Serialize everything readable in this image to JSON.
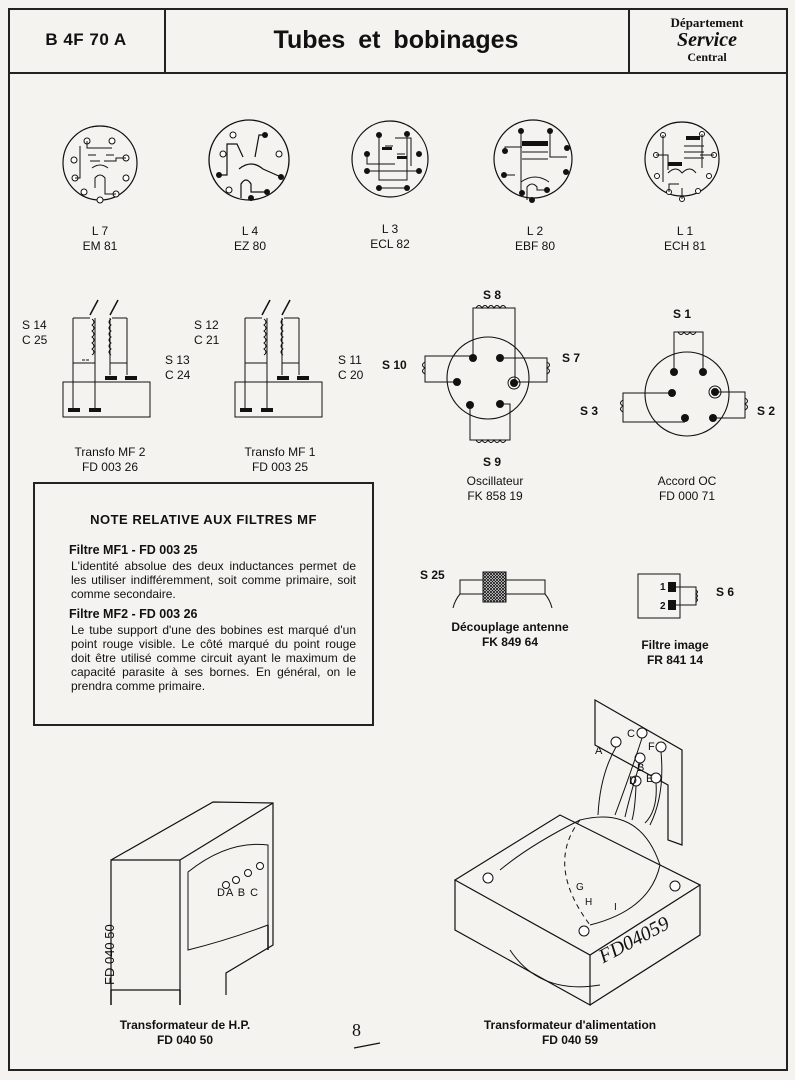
{
  "header": {
    "ref": "B 4F 70 A",
    "title": "Tubes et bobinages",
    "dept_line1": "Département",
    "dept_line2": "Service",
    "dept_line3": "Central"
  },
  "tubes": [
    {
      "pos": "L 7",
      "type": "EM 81"
    },
    {
      "pos": "L 4",
      "type": "EZ 80"
    },
    {
      "pos": "L 3",
      "type": "ECL 82"
    },
    {
      "pos": "L 2",
      "type": "EBF 80"
    },
    {
      "pos": "L 1",
      "type": "ECH 81"
    }
  ],
  "mf2": {
    "s_a": "S 14",
    "c_a": "C 25",
    "s_b": "S 13",
    "c_b": "C 24",
    "name": "Transfo MF 2",
    "code": "FD 003 26"
  },
  "mf1": {
    "s_a": "S 12",
    "c_a": "C 21",
    "s_b": "S 11",
    "c_b": "C 20",
    "name": "Transfo MF 1",
    "code": "FD 003 25"
  },
  "oscillateur": {
    "top": "S 8",
    "left": "S 10",
    "right": "S 7",
    "bottom": "S 9",
    "name": "Oscillateur",
    "code": "FK 858 19"
  },
  "accord": {
    "top": "S 1",
    "left": "S 3",
    "right": "S 2",
    "name": "Accord OC",
    "code": "FD 000 71"
  },
  "note": {
    "title": "NOTE RELATIVE AUX FILTRES MF",
    "h1": "Filtre MF1 - FD 003 25",
    "p1": "L'identité absolue des deux inductances permet de les utiliser indifféremment, soit comme primaire, soit comme secondaire.",
    "h2": "Filtre MF2 - FD 003 26",
    "p2": "Le tube support d'une des bobines est marqué d'un point rouge visible. Le côté marqué du point rouge doit être utilisé comme circuit ayant le maximum de capacité parasite à ses bornes. En général, on le prendra comme primaire."
  },
  "decouplage": {
    "tag": "S 25",
    "name": "Découplage antenne",
    "code": "FK 849 64"
  },
  "filtre_image": {
    "tag": "S 6",
    "pin1": "1",
    "pin2": "2",
    "name": "Filtre image",
    "code": "FR 841 14"
  },
  "transfo_hp": {
    "pins": [
      "D",
      "A",
      "B",
      "C"
    ],
    "marking": "FD 040 50",
    "name": "Transformateur de H.P.",
    "code": "FD 040 50"
  },
  "transfo_alim": {
    "pins": [
      "A",
      "C",
      "B",
      "F",
      "D",
      "E"
    ],
    "lower_pins": [
      "G",
      "H",
      "I"
    ],
    "marking": "FD04059",
    "name": "Transformateur d'alimentation",
    "code": "FD 040 59"
  },
  "page_number": "8"
}
